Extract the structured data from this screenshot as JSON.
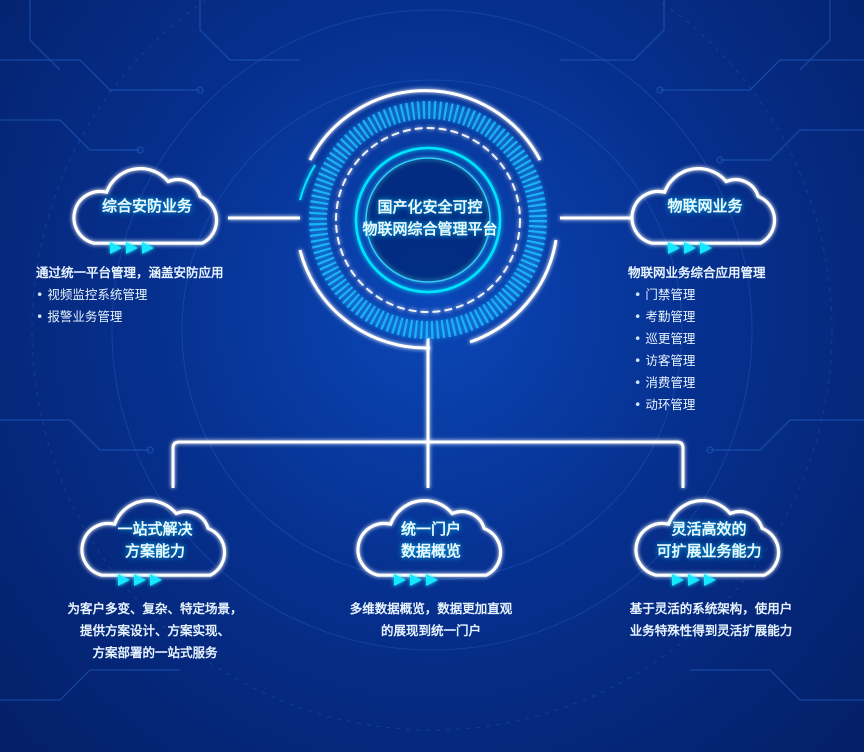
{
  "center": {
    "line1": "国产化安全可控",
    "line2": "物联网综合管理平台"
  },
  "nodes": {
    "security": {
      "title": "综合安防业务",
      "desc_head": "通过统一平台管理，涵盖安防应用",
      "items": [
        "视频监控系统管理",
        "报警业务管理"
      ]
    },
    "iot": {
      "title": "物联网业务",
      "desc_head": "物联网业务综合应用管理",
      "items": [
        "门禁管理",
        "考勤管理",
        "巡更管理",
        "访客管理",
        "消费管理",
        "动环管理"
      ]
    },
    "onestop": {
      "title_line1": "一站式解决",
      "title_line2": "方案能力",
      "desc": [
        "为客户多变、复杂、特定场景，",
        "提供方案设计、方案实现、",
        "方案部署的一站式服务"
      ]
    },
    "portal": {
      "title_line1": "统一门户",
      "title_line2": "数据概览",
      "desc": [
        "多维数据概览，数据更加直观",
        "的展现到统一门户"
      ]
    },
    "flexible": {
      "title_line1": "灵活高效的",
      "title_line2": "可扩展业务能力",
      "desc": [
        "基于灵活的系统架构，使用户",
        "业务特殊性得到灵活扩展能力"
      ]
    }
  },
  "colors": {
    "line": "#ffffff",
    "glow": "#00e5ff",
    "arrow": "#19e8ff",
    "bg_dark": "#041f66",
    "bg_mid": "#0b47b8"
  }
}
